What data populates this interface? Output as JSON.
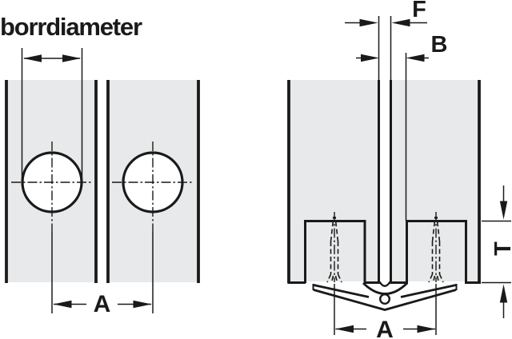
{
  "colors": {
    "panel_fill": "#e8e9ea",
    "line": "#1a1a1a",
    "background": "#ffffff"
  },
  "front_view": {
    "drill_diameter_label": "borrdiameter",
    "hole_spacing_label": "A"
  },
  "section_view": {
    "gap_label": "F",
    "edge_distance_label": "B",
    "drill_depth_label": "T",
    "hole_spacing_label": "A"
  }
}
